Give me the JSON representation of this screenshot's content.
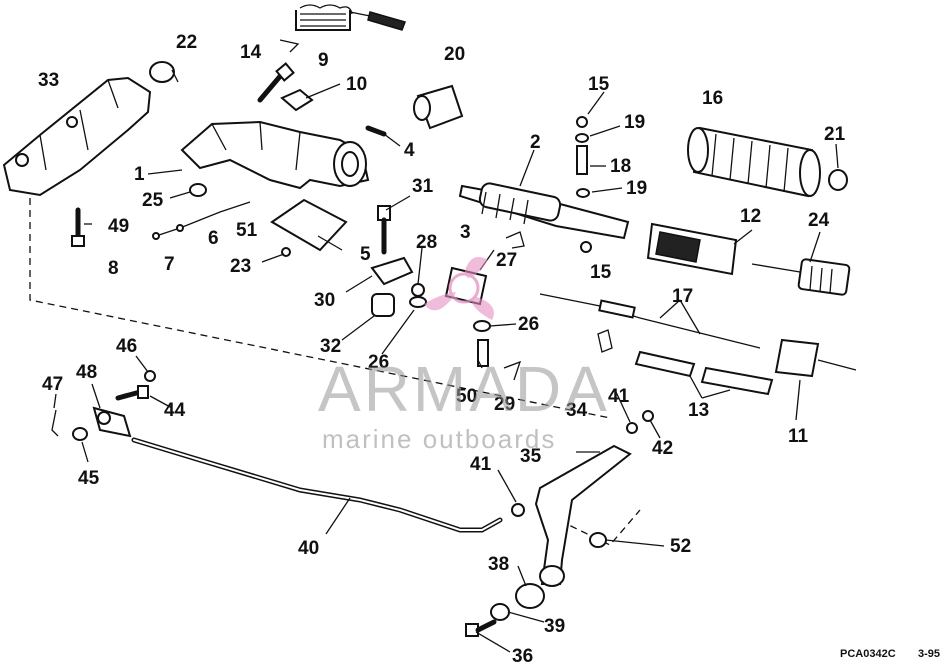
{
  "diagram": {
    "part_labels": [
      "1",
      "2",
      "3",
      "4",
      "5",
      "6",
      "7",
      "8",
      "9",
      "10",
      "11",
      "12",
      "13",
      "14",
      "15",
      "15",
      "16",
      "17",
      "18",
      "19",
      "19",
      "20",
      "21",
      "22",
      "23",
      "24",
      "25",
      "26",
      "26",
      "27",
      "28",
      "29",
      "30",
      "31",
      "32",
      "33",
      "34",
      "35",
      "36",
      "38",
      "39",
      "40",
      "41",
      "41",
      "42",
      "44",
      "45",
      "46",
      "47",
      "48",
      "49",
      "50",
      "51",
      "52"
    ],
    "footer_code": "PCA0342C",
    "footer_date": "3-95"
  },
  "watermark": {
    "brand": "ARMADA",
    "tagline": "marine outboards",
    "logo_color": "#e38fc0"
  },
  "colors": {
    "ink": "#111111",
    "paper": "#ffffff"
  }
}
